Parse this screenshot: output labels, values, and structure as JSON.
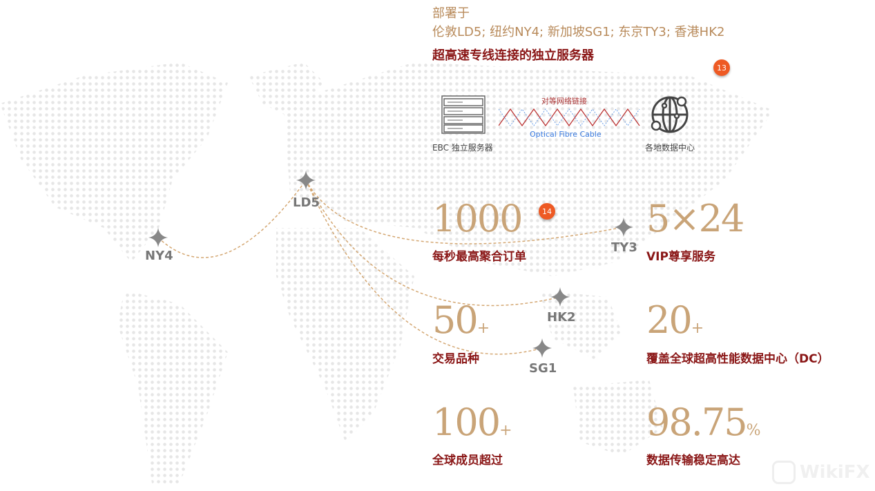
{
  "header": {
    "deployed": "部署于",
    "locations": "伦敦LD5; 纽约NY4; 新加坡SG1; 东京TY3; 香港HK2",
    "tagline": "超高速专线连接的独立服务器"
  },
  "diagram": {
    "server_label": "EBC 独立服务器",
    "peer_label": "对等网络链接",
    "cable_label": "Optical Fibre Cable",
    "dc_label": "各地数据中心"
  },
  "badges": [
    "13",
    "14"
  ],
  "cities": [
    "LD5",
    "NY4",
    "TY3",
    "HK2",
    "SG1"
  ],
  "stats": [
    {
      "value": "1000",
      "suffix": "",
      "label": "每秒最高聚合订单"
    },
    {
      "value": "5×24",
      "suffix": "",
      "label": "VIP尊享服务"
    },
    {
      "value": "50",
      "suffix": "+",
      "label": "交易品种"
    },
    {
      "value": "20",
      "suffix": "+",
      "label": "覆盖全球超高性能数据中心（DC）"
    },
    {
      "value": "100",
      "suffix": "+",
      "label": "全球成员超过"
    },
    {
      "value": "98.75",
      "suffix": "%",
      "label": "数据传输稳定高达"
    }
  ],
  "watermark": "WikiFX",
  "colors": {
    "gold": "#b88a5a",
    "red": "#8a1616",
    "number": "#c9a478",
    "badge": "#ee5a24"
  }
}
